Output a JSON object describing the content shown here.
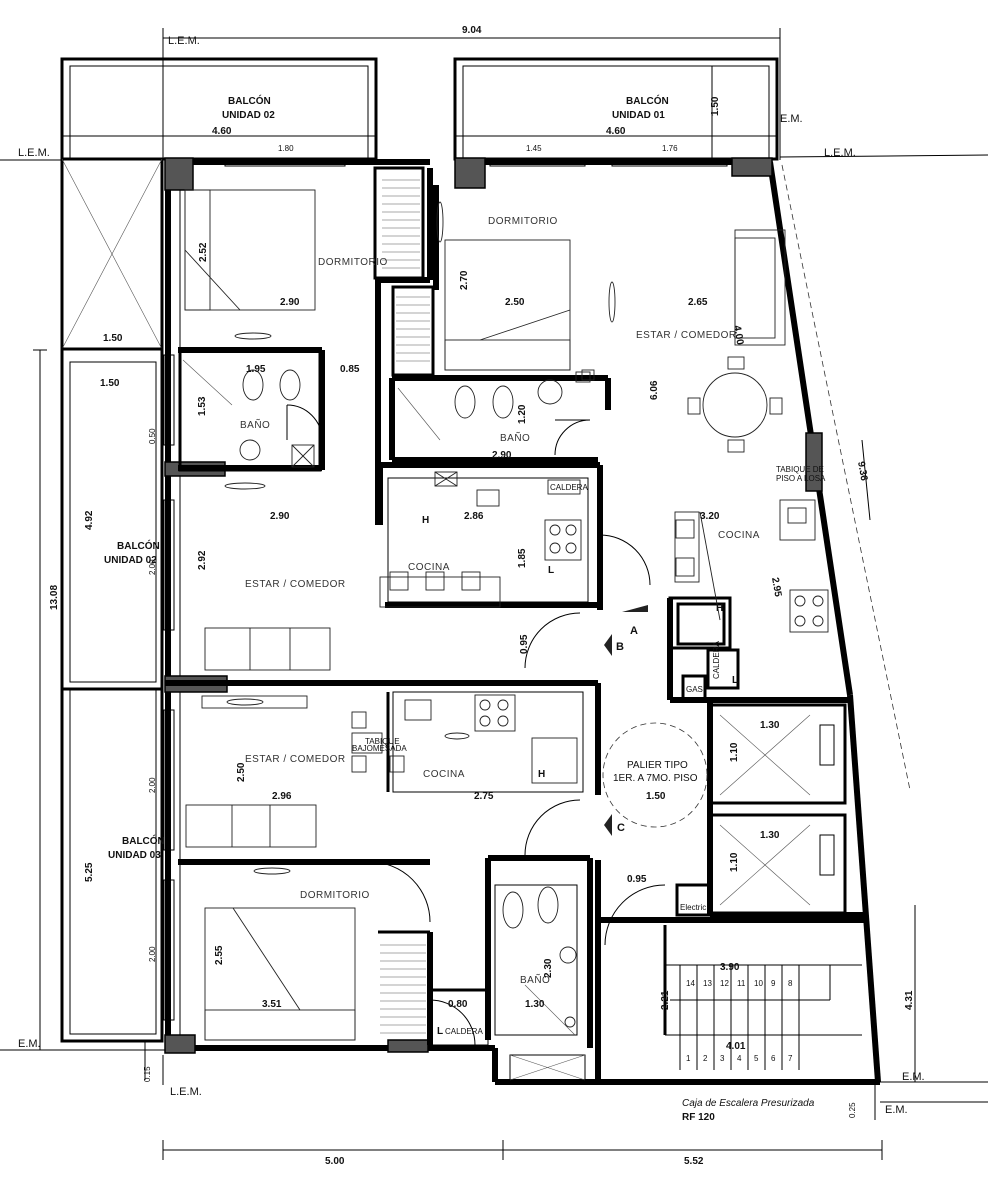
{
  "labels": {
    "lem_top": "L.E.M.",
    "lem_left": "L.E.M.",
    "lem_right": "L.E.M.",
    "lem_bottom": "L.E.M.",
    "em_right_top": "E.M.",
    "em_left_bottom": "E.M.",
    "em_right_bottom1": "E.M.",
    "em_right_bottom2": "E.M."
  },
  "balconies": {
    "b2_top_line1": "BALCÓN",
    "b2_top_line2": "UNIDAD 02",
    "b1_top_line1": "BALCÓN",
    "b1_top_line2": "UNIDAD 01",
    "b2_side_line1": "BALCÓN",
    "b2_side_line2": "UNIDAD 02",
    "b3_side_line1": "BALCÓN",
    "b3_side_line2": "UNIDAD 03"
  },
  "rooms": {
    "dorm_u2": "DORMITORIO",
    "dorm_u1": "DORMITORIO",
    "estar_u1": "ESTAR / COMEDOR",
    "bano_u2": "BAÑO",
    "bano_u1": "BAÑO",
    "cocina_u2": "COCINA",
    "cocina_u1": "COCINA",
    "estar_u2": "ESTAR / COMEDOR",
    "estar_u3": "ESTAR / COMEDOR",
    "cocina_u3": "COCINA",
    "dorm_u3": "DORMITORIO",
    "bano_u3": "BAÑO",
    "palier_line1": "PALIER TIPO",
    "palier_line2": "1ER. A 7MO. PISO"
  },
  "tags": {
    "caldera_u1a": "CALDERA",
    "caldera_u1b": "CALDERA",
    "caldera_u3": "CALDERA",
    "gas": "GAS",
    "electric": "Electric",
    "tabique_losa_line1": "TABIQUE DE",
    "tabique_losa_line2": "PISO A LOSA",
    "tabique_baj_line1": "TABIQUE",
    "tabique_baj_line2": "BAJOMESADA",
    "h1": "H",
    "h2": "H",
    "h3": "H",
    "l1": "L",
    "l2": "L",
    "l3": "L"
  },
  "markers": {
    "a": "A",
    "b": "B",
    "c": "C"
  },
  "stairs": {
    "upper": [
      "14",
      "13",
      "12",
      "11",
      "10",
      "9",
      "8"
    ],
    "lower": [
      "1",
      "2",
      "3",
      "4",
      "5",
      "6",
      "7"
    ],
    "caption_line1": "Caja de Escalera Presurizada",
    "caption_line2": "RF 120"
  },
  "dimensions": {
    "top_total": "9.04",
    "b2_width": "4.60",
    "b1_width": "4.60",
    "b1_depth": "1.50",
    "win_u2": "1.80",
    "win_u1a": "1.45",
    "win_u1b": "1.76",
    "dorm_u2_h": "2.52",
    "dorm_u2_w": "2.90",
    "dorm_u1_h": "2.70",
    "dorm_u1_w": "2.50",
    "estar_u1_w": "2.65",
    "estar_u1_diag": "4.00",
    "u1_height": "6.06",
    "side_b_w1": "1.50",
    "side_b_w2": "1.50",
    "bano_u2_w": "1.95",
    "door_085": "0.85",
    "bano_u2_h": "1.53",
    "side_050": "0.50",
    "bano_u1_h": "1.20",
    "bano_u1_w": "2.90",
    "right_936": "9.36",
    "estar_u2_w": "2.90",
    "cocina_u2_w": "2.86",
    "cocina_u1_w": "3.20",
    "left_492": "4.92",
    "side_200a": "2.00",
    "estar_u2_h": "2.92",
    "cocina_u2_h": "1.85",
    "cocina_u1_h": "2.95",
    "left_1308": "13.08",
    "door_095a": "0.95",
    "bath_130a": "1.30",
    "bath_110a": "1.10",
    "side_200b": "2.00",
    "estar_u3_h": "2.50",
    "estar_u3_w": "2.96",
    "cocina_u3_w": "2.75",
    "palier_w": "1.50",
    "left_525": "5.25",
    "bath_130b": "1.30",
    "bath_110b": "1.10",
    "door_095b": "0.95",
    "side_200c": "2.00",
    "dorm_u3_h": "2.55",
    "bano_u3_h": "2.30",
    "stair_390": "3.90",
    "stair_221": "2.21",
    "right_431": "4.31",
    "dorm_u3_w": "3.51",
    "cald_080": "0.80",
    "bano_u3_w": "1.30",
    "stair_401": "4.01",
    "left_015": "0.15",
    "right_025": "0.25",
    "bottom_500": "5.00",
    "bottom_552": "5.52"
  }
}
